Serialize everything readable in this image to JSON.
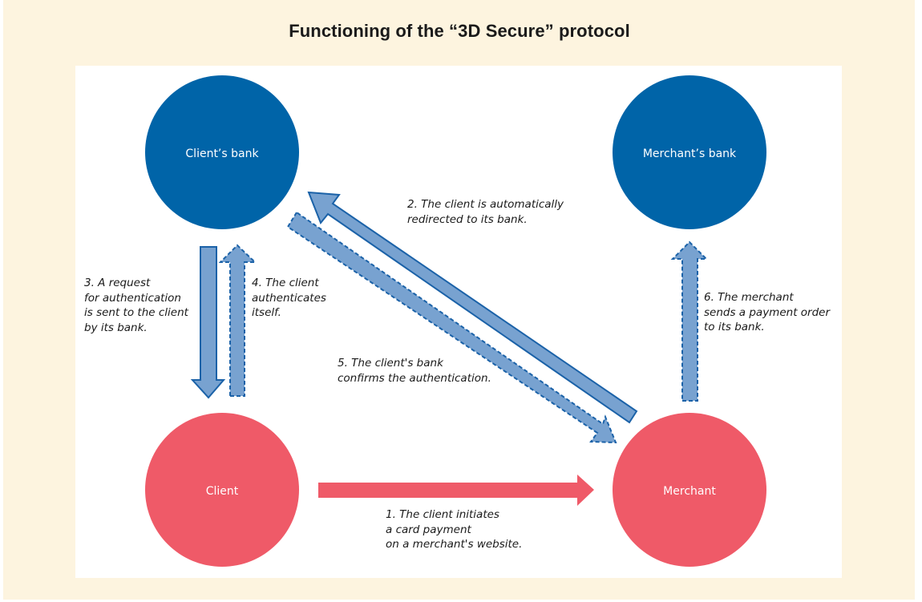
{
  "title": "Functioning of the “3D Secure” protocol",
  "colors": {
    "background": "#fdf4df",
    "panel": "#ffffff",
    "bank_node": "#0064a8",
    "party_node": "#ef5a68",
    "arrow_fill": "#78a2d0",
    "arrow_stroke": "#1b62a8",
    "payment_arrow": "#ef5a68"
  },
  "nodes": {
    "client_bank": {
      "label": "Client’s bank"
    },
    "merchant_bank": {
      "label": "Merchant’s bank"
    },
    "client": {
      "label": "Client"
    },
    "merchant": {
      "label": "Merchant"
    }
  },
  "steps": [
    {
      "number": 1,
      "text": "1. The client initiates\na card payment\non a merchant's website.",
      "from": "client",
      "to": "merchant",
      "style": "solid-red"
    },
    {
      "number": 2,
      "text": "2. The client is automatically\nredirected to its bank.",
      "from": "merchant",
      "to": "client_bank",
      "style": "solid"
    },
    {
      "number": 3,
      "text": "3. A request\nfor authentication\nis sent to the client\nby its bank.",
      "from": "client_bank",
      "to": "client",
      "style": "solid"
    },
    {
      "number": 4,
      "text": "4. The client\nauthenticates\nitself.",
      "from": "client",
      "to": "client_bank",
      "style": "dashed"
    },
    {
      "number": 5,
      "text": "5. The client's bank\nconfirms the authentication.",
      "from": "client_bank",
      "to": "merchant",
      "style": "dashed"
    },
    {
      "number": 6,
      "text": "6. The merchant\nsends a payment order\nto its bank.",
      "from": "merchant",
      "to": "merchant_bank",
      "style": "dashed"
    }
  ]
}
